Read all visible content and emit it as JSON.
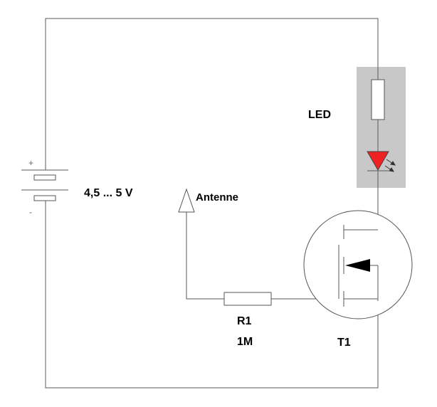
{
  "battery": {
    "plus": "+",
    "minus": "-",
    "voltage": "4,5 ... 5 V"
  },
  "led": {
    "label": "LED",
    "highlight_color": "#c8c8c8",
    "body_color": "#ee2222"
  },
  "antenna": {
    "label": "Antenne"
  },
  "resistor": {
    "name": "R1",
    "value": "1M"
  },
  "transistor": {
    "name": "T1"
  }
}
